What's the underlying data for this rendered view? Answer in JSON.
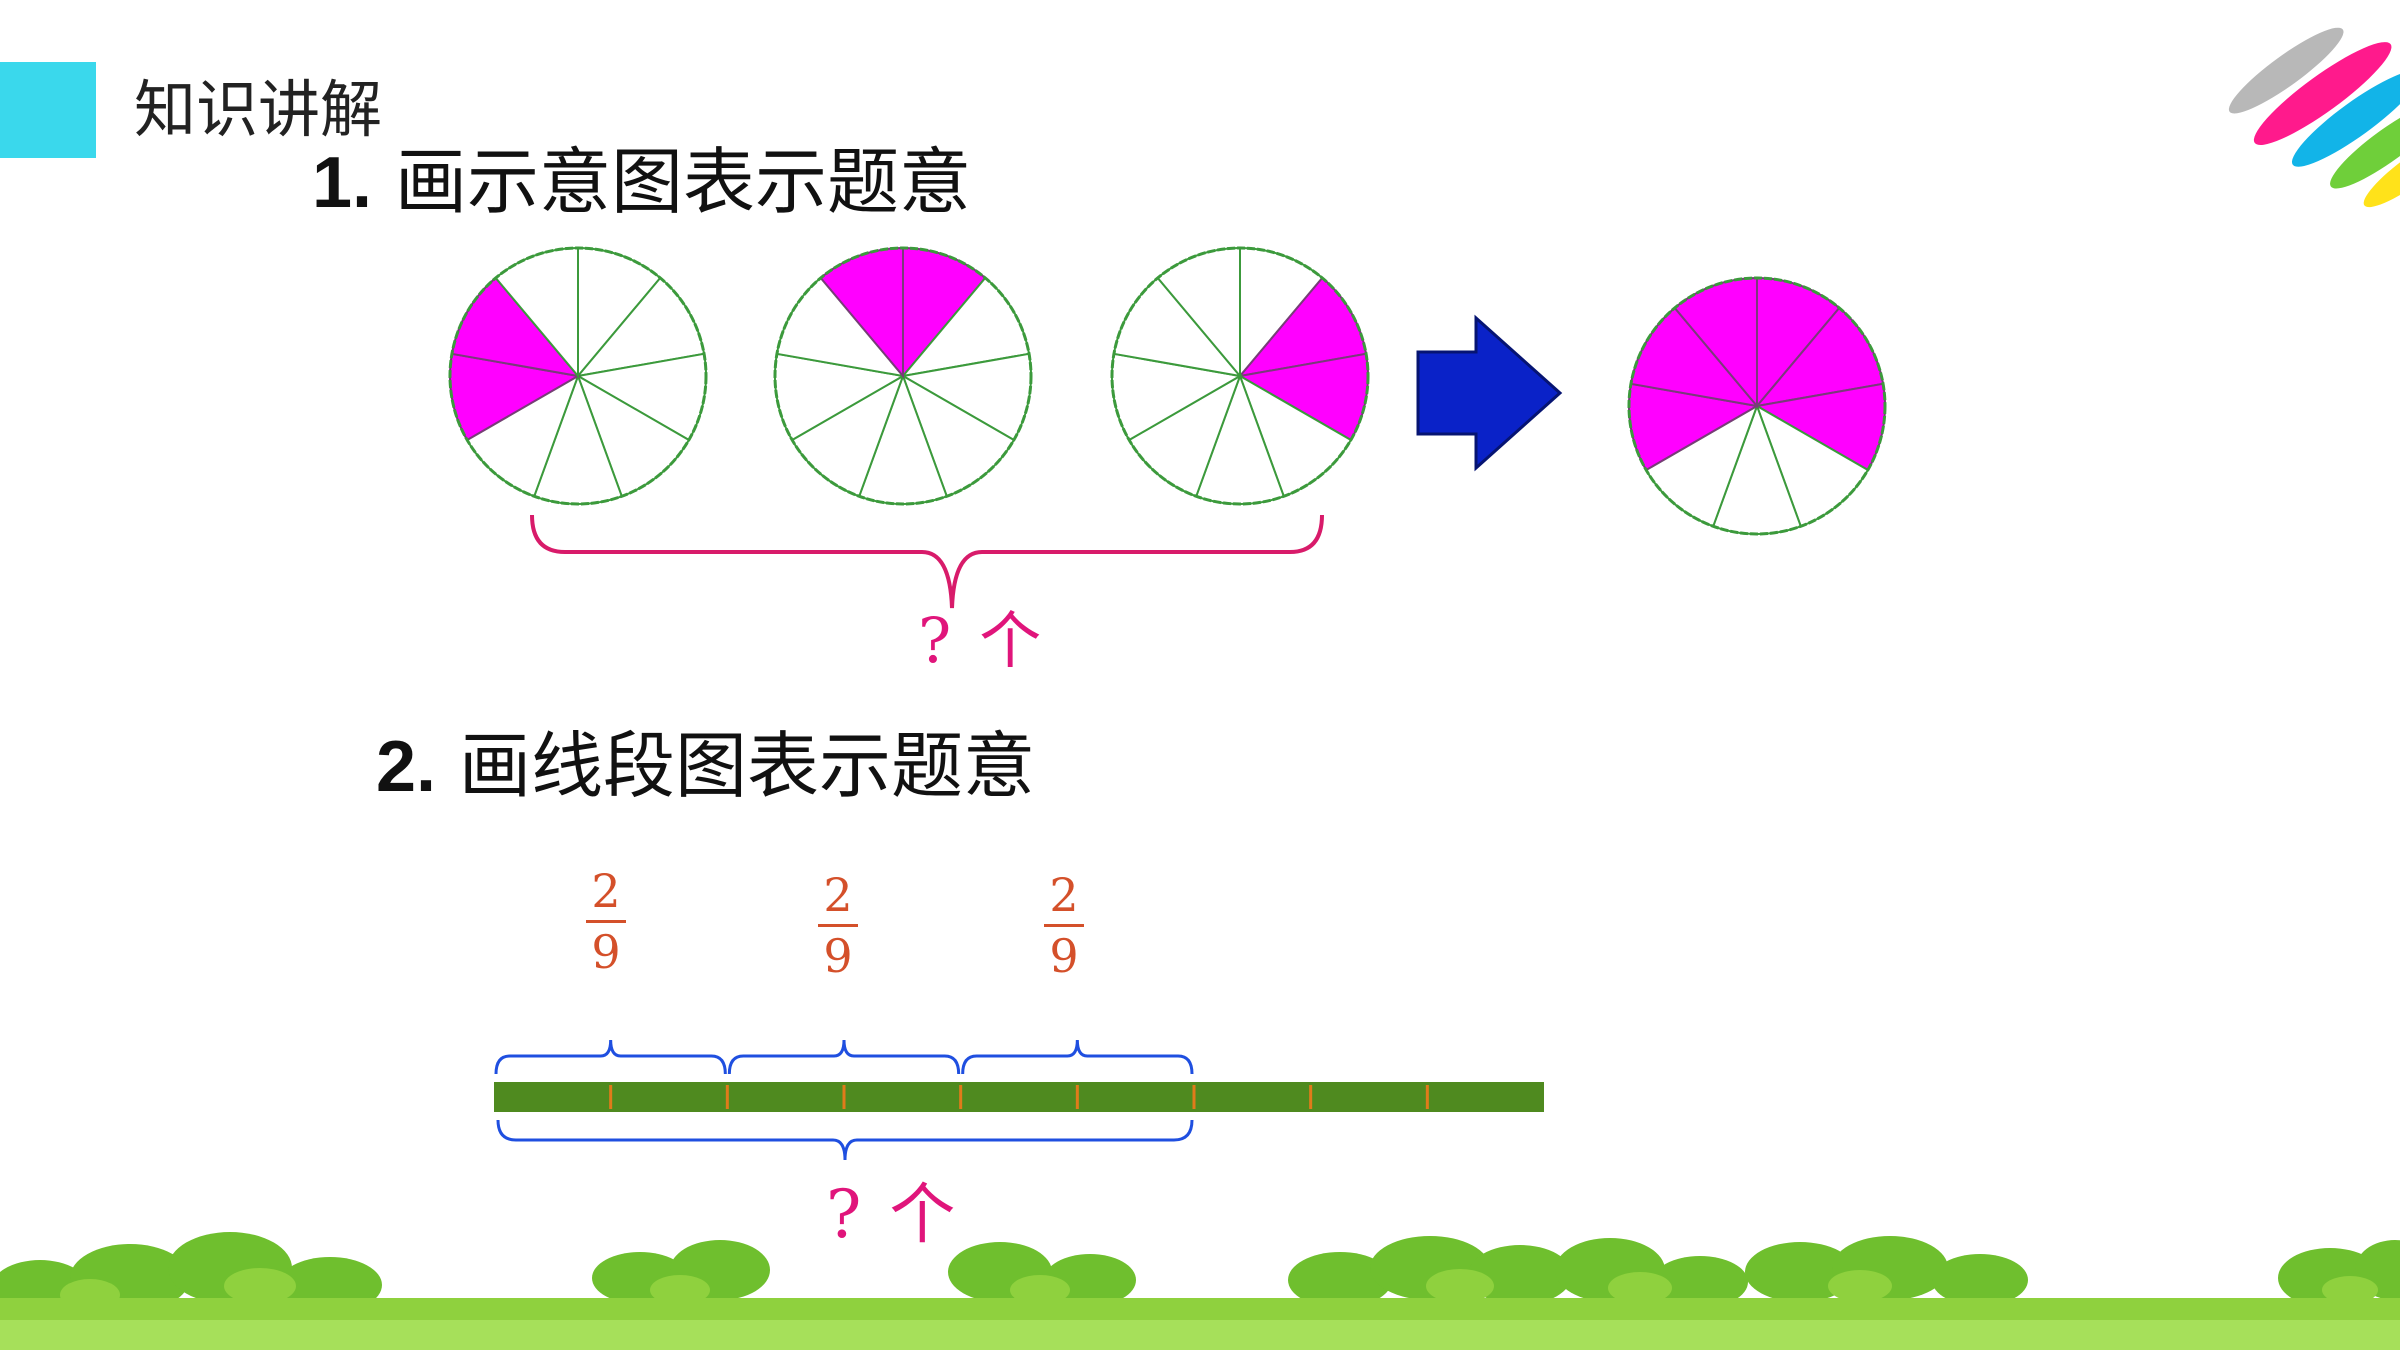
{
  "header": {
    "section_title": "知识讲解",
    "accent_color": "#3ad8ec"
  },
  "logo": {
    "name": "colorful-feather-logo"
  },
  "section1": {
    "number": "1.",
    "title": "画示意图表示题意",
    "pies": [
      {
        "slices": 9,
        "shaded": 2,
        "shaded_position": "left"
      },
      {
        "slices": 9,
        "shaded": 2,
        "shaded_position": "top"
      },
      {
        "slices": 9,
        "shaded": 2,
        "shaded_position": "right"
      }
    ],
    "result_pie": {
      "slices": 9,
      "shaded": 6
    },
    "arrow_icon": "right-arrow-icon",
    "question_mark": "?",
    "unit": "个"
  },
  "section2": {
    "number": "2.",
    "title": "画线段图表示题意",
    "segment_fractions": [
      {
        "numerator": "2",
        "denominator": "9"
      },
      {
        "numerator": "2",
        "denominator": "9"
      },
      {
        "numerator": "2",
        "denominator": "9"
      }
    ],
    "line_divisions": 9,
    "braced_divisions": 6,
    "question_mark": "?",
    "unit": "个"
  },
  "colors": {
    "shaded": "#ff00ff",
    "pie_outline": "#3c9a3c",
    "bar": "#4f8a1f",
    "tick": "#e07b1a",
    "brace_blue": "#1f4fe0",
    "brace_pink": "#d81b6a",
    "question": "#e0157b",
    "fraction": "#d4502a",
    "arrow": "#0a22c8",
    "grass": "#8fd13e"
  }
}
